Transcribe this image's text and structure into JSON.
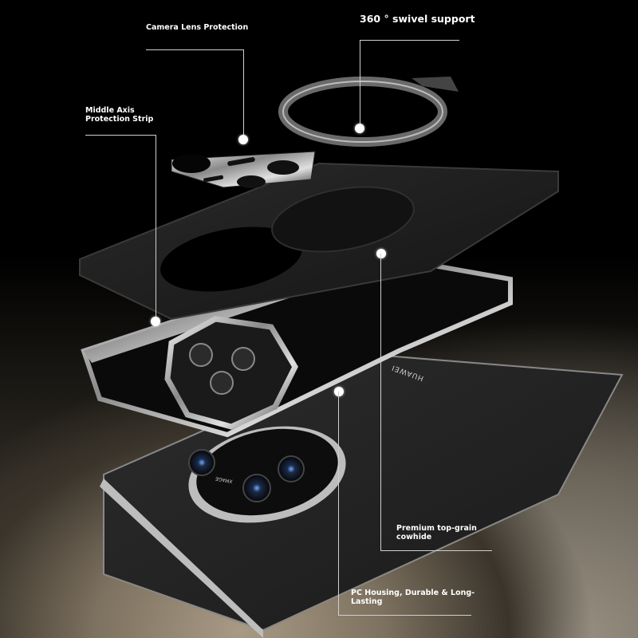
{
  "callouts": {
    "camera_lens": "Camera Lens Protection",
    "swivel": "360 ° swivel support",
    "middle_axis_line1": "Middle Axis",
    "middle_axis_line2": "Protection Strip",
    "cowhide_line1": "Premium top-grain",
    "cowhide_line2": "cowhide",
    "pc_housing_line1": "PC Housing, Durable & Long-",
    "pc_housing_line2": "Lasting"
  },
  "product": {
    "brand_text": "HUAWEI",
    "lens_text": "XMAGE"
  },
  "colors": {
    "background_dark": "#000000",
    "background_warm": "#a89a85",
    "leather": "#1c1c1c",
    "chrome": "#d8d8d8",
    "callout_line": "#cfcfcf"
  }
}
